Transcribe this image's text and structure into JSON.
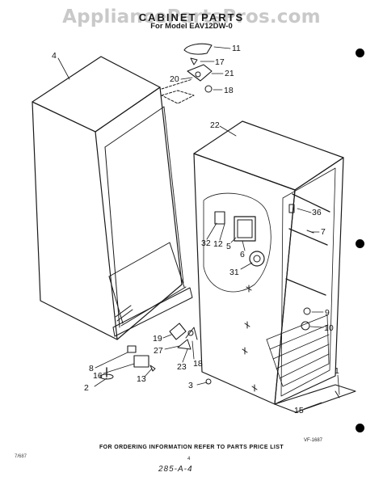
{
  "watermark": "AppliancePartsPros.com",
  "title": "CABINET PARTS",
  "subtitle": "For Model EAV12DW-0",
  "callouts": {
    "c1": "1",
    "c2": "2",
    "c3": "3",
    "c4": "4",
    "c5": "5",
    "c6": "6",
    "c7": "7",
    "c8": "8",
    "c9": "9",
    "c10": "10",
    "c11": "11",
    "c12": "12",
    "c13": "13",
    "c15": "15",
    "c16": "16",
    "c17": "17",
    "c18a": "18",
    "c18b": "18",
    "c19": "19",
    "c20": "20",
    "c21": "21",
    "c22": "22",
    "c23": "23",
    "c27": "27",
    "c31": "31",
    "c32": "32",
    "c36": "36"
  },
  "figure_code": "VF-1687",
  "footer": "FOR ORDERING INFORMATION REFER TO PARTS PRICE LIST",
  "page_number": "4",
  "stamp": "285-A-4",
  "corner_note": "7/687"
}
